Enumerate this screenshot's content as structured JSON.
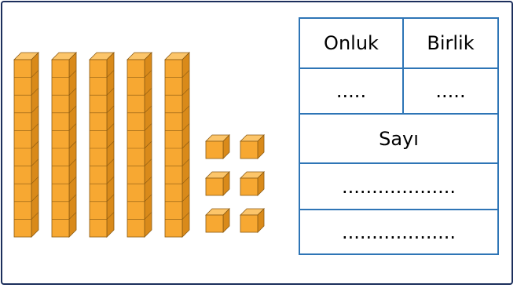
{
  "place_value_model": {
    "tens_rods": 5,
    "ones_cubes": 6,
    "rod_units": 10
  },
  "table": {
    "header": {
      "tens_label": "Onluk",
      "ones_label": "Birlik"
    },
    "blanks": {
      "tens_blank": ".....",
      "ones_blank": "....."
    },
    "number_label": "Sayı",
    "answer_line_1": "...................",
    "answer_line_2": "..................."
  },
  "colors": {
    "frame": "#1c2f5c",
    "table_border": "#2e75b6",
    "cube_front": "#f7a832",
    "cube_top": "#fcc56a",
    "cube_side": "#d98a1a",
    "cube_edge": "#8a5a12"
  }
}
